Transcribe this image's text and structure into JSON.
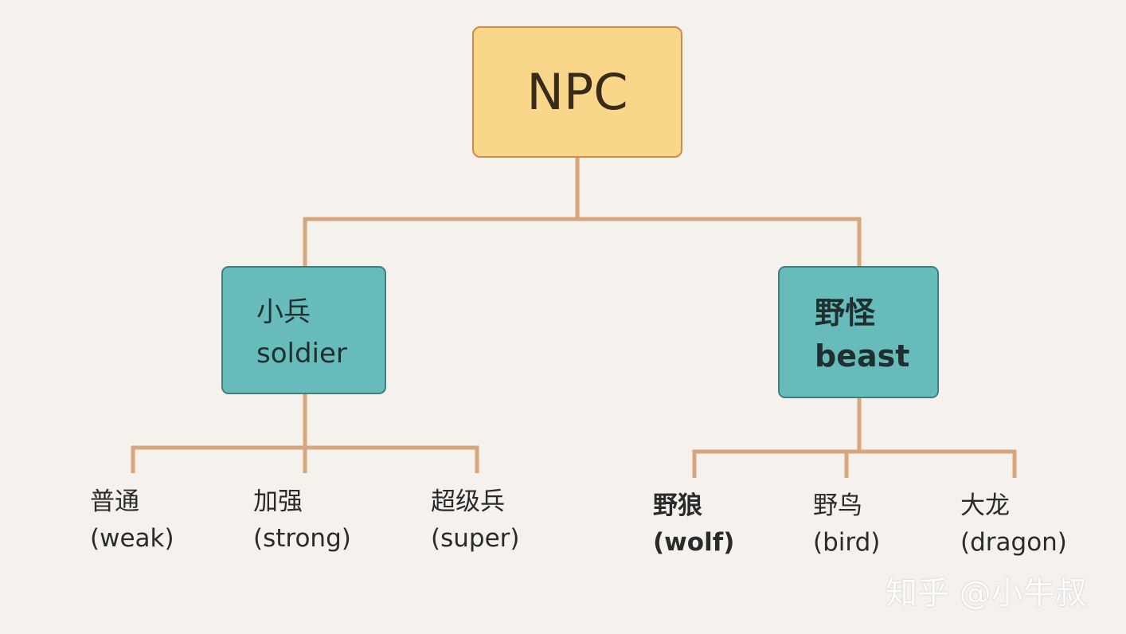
{
  "diagram": {
    "root": {
      "label": "NPC"
    },
    "soldier": {
      "label_cn": "小兵",
      "label_en": "soldier",
      "children": [
        {
          "cn": "普通",
          "en": "(weak)"
        },
        {
          "cn": "加强",
          "en": "(strong)"
        },
        {
          "cn": "超级兵",
          "en": "(super)"
        }
      ]
    },
    "beast": {
      "label_cn": "野怪",
      "label_en": "beast",
      "children": [
        {
          "cn": "野狼",
          "en": "(wolf)"
        },
        {
          "cn": "野鸟",
          "en": "(bird)"
        },
        {
          "cn": "大龙",
          "en": "(dragon)"
        }
      ]
    }
  },
  "watermark": "知乎 @小牛叔",
  "colors": {
    "background": "#f5f2ee",
    "root_fill": "#f8d78a",
    "root_border": "#d28a4c",
    "node_fill": "#68bbbb",
    "node_border": "#3f7f80",
    "connector": "#d6a77c"
  }
}
